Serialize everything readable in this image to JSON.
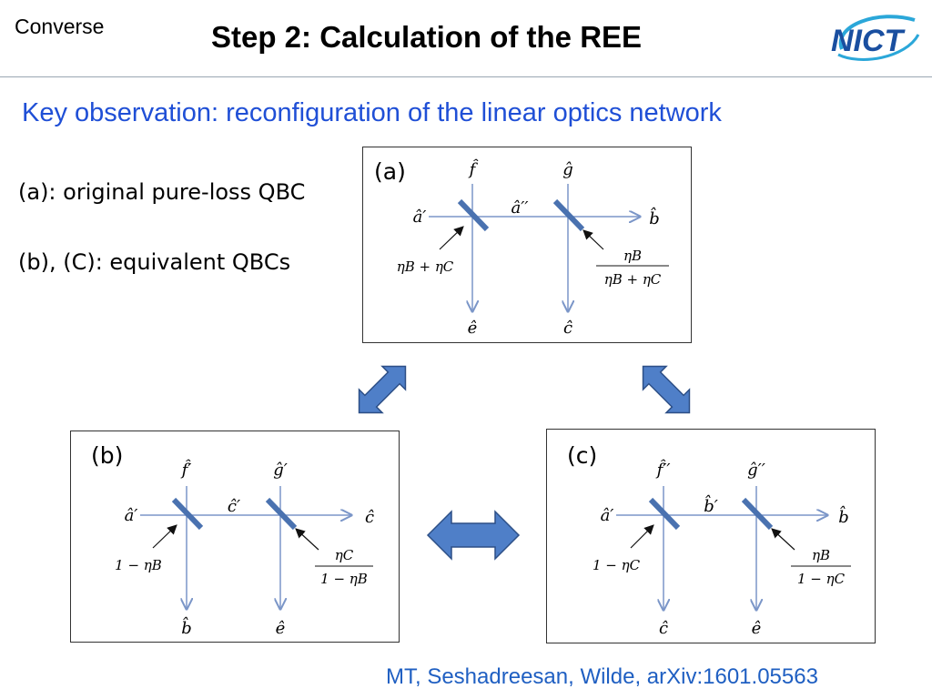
{
  "header": {
    "corner_label": "Converse",
    "title": "Step 2: Calculation of the REE",
    "logo_text": "NICT"
  },
  "subtitle": "Key observation: reconfiguration of the linear optics network",
  "notes": {
    "a": "(a): original pure-loss QBC",
    "b": "(b), (C): equivalent QBCs"
  },
  "panels": {
    "a": {
      "tag": "(a)",
      "top_left": "f̂",
      "top_right": "ĝ",
      "input": "â′",
      "middle": "â′′",
      "output": "b̂",
      "bottom_left": "ê",
      "bottom_right": "ĉ",
      "coef_left": "ηB + ηC",
      "coef_right_num": "ηB",
      "coef_right_den": "ηB + ηC"
    },
    "b": {
      "tag": "(b)",
      "top_left": "f̂′",
      "top_right": "ĝ′",
      "input": "â′",
      "middle": "ĉ′",
      "output": "ĉ",
      "bottom_left": "b̂",
      "bottom_right": "ê",
      "coef_left": "1 − ηB",
      "coef_right_num": "ηC",
      "coef_right_den": "1 − ηB"
    },
    "c": {
      "tag": "(c)",
      "top_left": "f̂′′",
      "top_right": "ĝ′′",
      "input": "â′",
      "middle": "b̂′",
      "output": "b̂",
      "bottom_left": "ĉ",
      "bottom_right": "ê",
      "coef_left": "1 − ηC",
      "coef_right_num": "ηB",
      "coef_right_den": "1 − ηC"
    }
  },
  "citation": "MT, Seshadreesan, Wilde, arXiv:1601.05563",
  "colors": {
    "title_blue": "#1f4fd6",
    "citation_blue": "#1f5fc2",
    "beam_blue": "#7b96c8",
    "splitter_blue": "#4a72b0",
    "arrow_fill": "#4f7fc8",
    "arrow_stroke": "#2d4f86",
    "logo_blue": "#1a4fa0"
  }
}
